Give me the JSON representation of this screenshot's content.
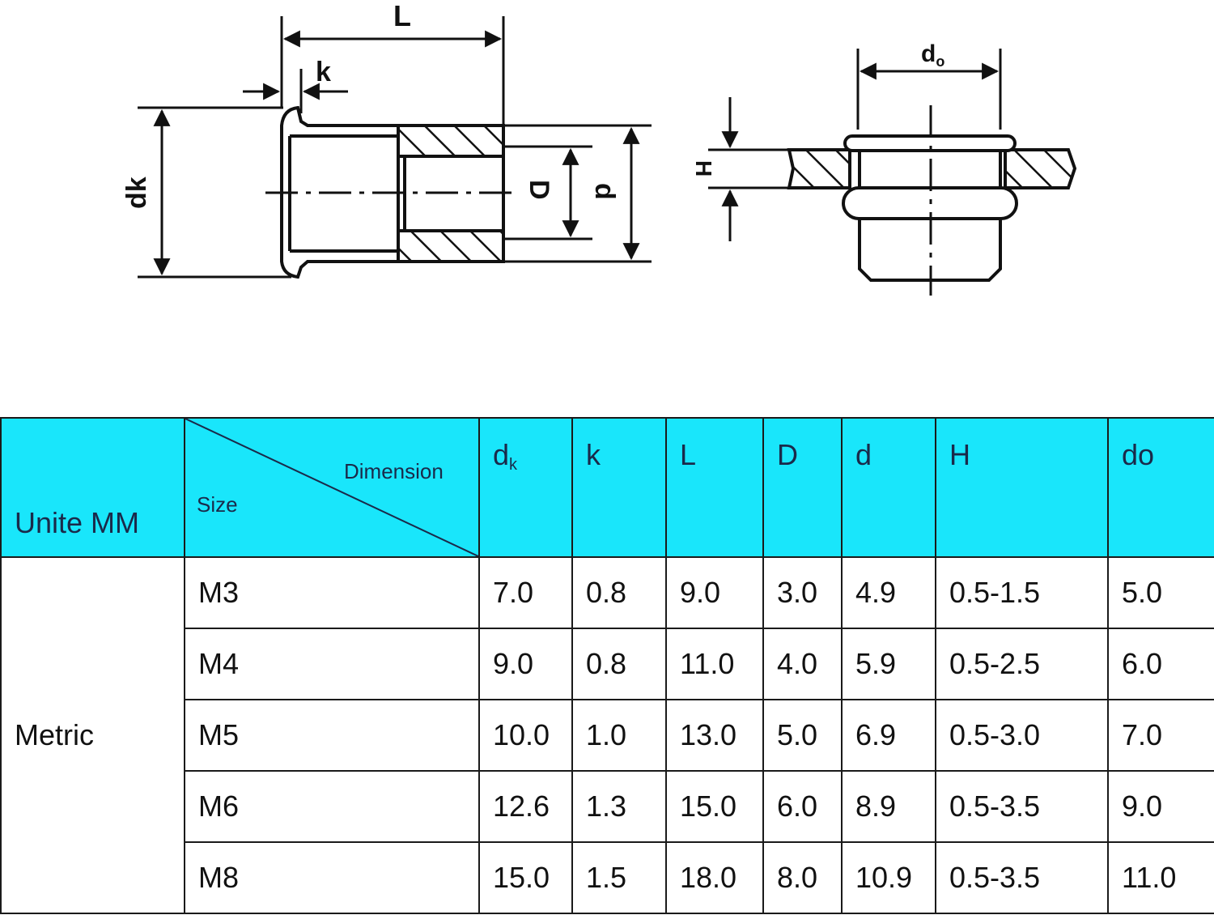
{
  "drawing": {
    "side_view_labels": {
      "L": "L",
      "k": "k",
      "dk": "dk",
      "D": "D",
      "d": "d"
    },
    "top_view_labels": {
      "do": "d",
      "do_sub": "o",
      "H": "H"
    }
  },
  "table": {
    "header": {
      "unit": "Unite MM",
      "dimension": "Dimension",
      "size": "Size",
      "columns": [
        {
          "main": "d",
          "sub": "k"
        },
        {
          "main": "k",
          "sub": ""
        },
        {
          "main": "L",
          "sub": ""
        },
        {
          "main": "D",
          "sub": ""
        },
        {
          "main": "d",
          "sub": ""
        },
        {
          "main": "H",
          "sub": ""
        },
        {
          "main": "do",
          "sub": ""
        }
      ]
    },
    "group_label": "Metric",
    "rows": [
      {
        "size": "M3",
        "dk": "7.0",
        "k": "0.8",
        "L": "9.0",
        "D": "3.0",
        "d": "4.9",
        "H": "0.5-1.5",
        "do": "5.0"
      },
      {
        "size": "M4",
        "dk": "9.0",
        "k": "0.8",
        "L": "11.0",
        "D": "4.0",
        "d": "5.9",
        "H": "0.5-2.5",
        "do": "6.0"
      },
      {
        "size": "M5",
        "dk": "10.0",
        "k": "1.0",
        "L": "13.0",
        "D": "5.0",
        "d": "6.9",
        "H": "0.5-3.0",
        "do": "7.0"
      },
      {
        "size": "M6",
        "dk": "12.6",
        "k": "1.3",
        "L": "15.0",
        "D": "6.0",
        "d": "8.9",
        "H": "0.5-3.5",
        "do": "9.0"
      },
      {
        "size": "M8",
        "dk": "15.0",
        "k": "1.5",
        "L": "18.0",
        "D": "8.0",
        "d": "10.9",
        "H": "0.5-3.5",
        "do": "11.0"
      }
    ]
  }
}
